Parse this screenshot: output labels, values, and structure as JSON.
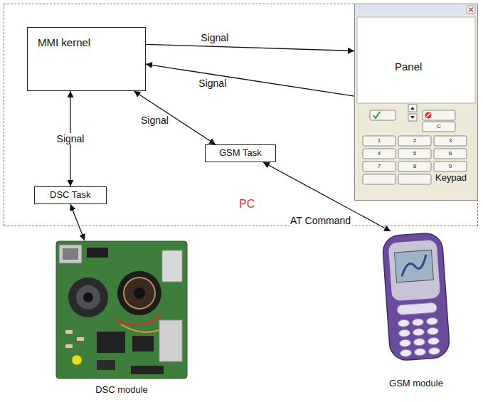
{
  "diagram": {
    "nodes": [
      {
        "text": [
          "PC"
        ]
      },
      {
        "text": [
          "MMI kernel"
        ],
        "in": 0
      },
      {
        "text": [
          "Panel",
          "Keypad"
        ],
        "in": 0
      },
      {
        "text": [
          "GSM Task"
        ],
        "in": 0
      },
      {
        "text": [
          "DSC Task"
        ],
        "in": 0
      },
      {
        "text": [
          "DSC module"
        ]
      },
      {
        "text": [
          "GSM module"
        ]
      }
    ],
    "edges": [
      {
        "from": 1,
        "to": 2,
        "label": "Signal",
        "arrow": "to"
      },
      {
        "from": 2,
        "to": 1,
        "label": "Signal",
        "arrow": "to"
      },
      {
        "from": 1,
        "to": 3,
        "label": "Signal",
        "arrow": "both"
      },
      {
        "from": 4,
        "to": 1,
        "label": "Signal",
        "arrow": "both"
      },
      {
        "from": 4,
        "to": 5,
        "arrow": "both"
      },
      {
        "from": 3,
        "to": 6,
        "label": "AT Command",
        "arrow": "both"
      }
    ],
    "labels": [
      "C",
      "1",
      "2",
      "3",
      "4",
      "5",
      "6",
      "7",
      "8",
      "9"
    ]
  }
}
